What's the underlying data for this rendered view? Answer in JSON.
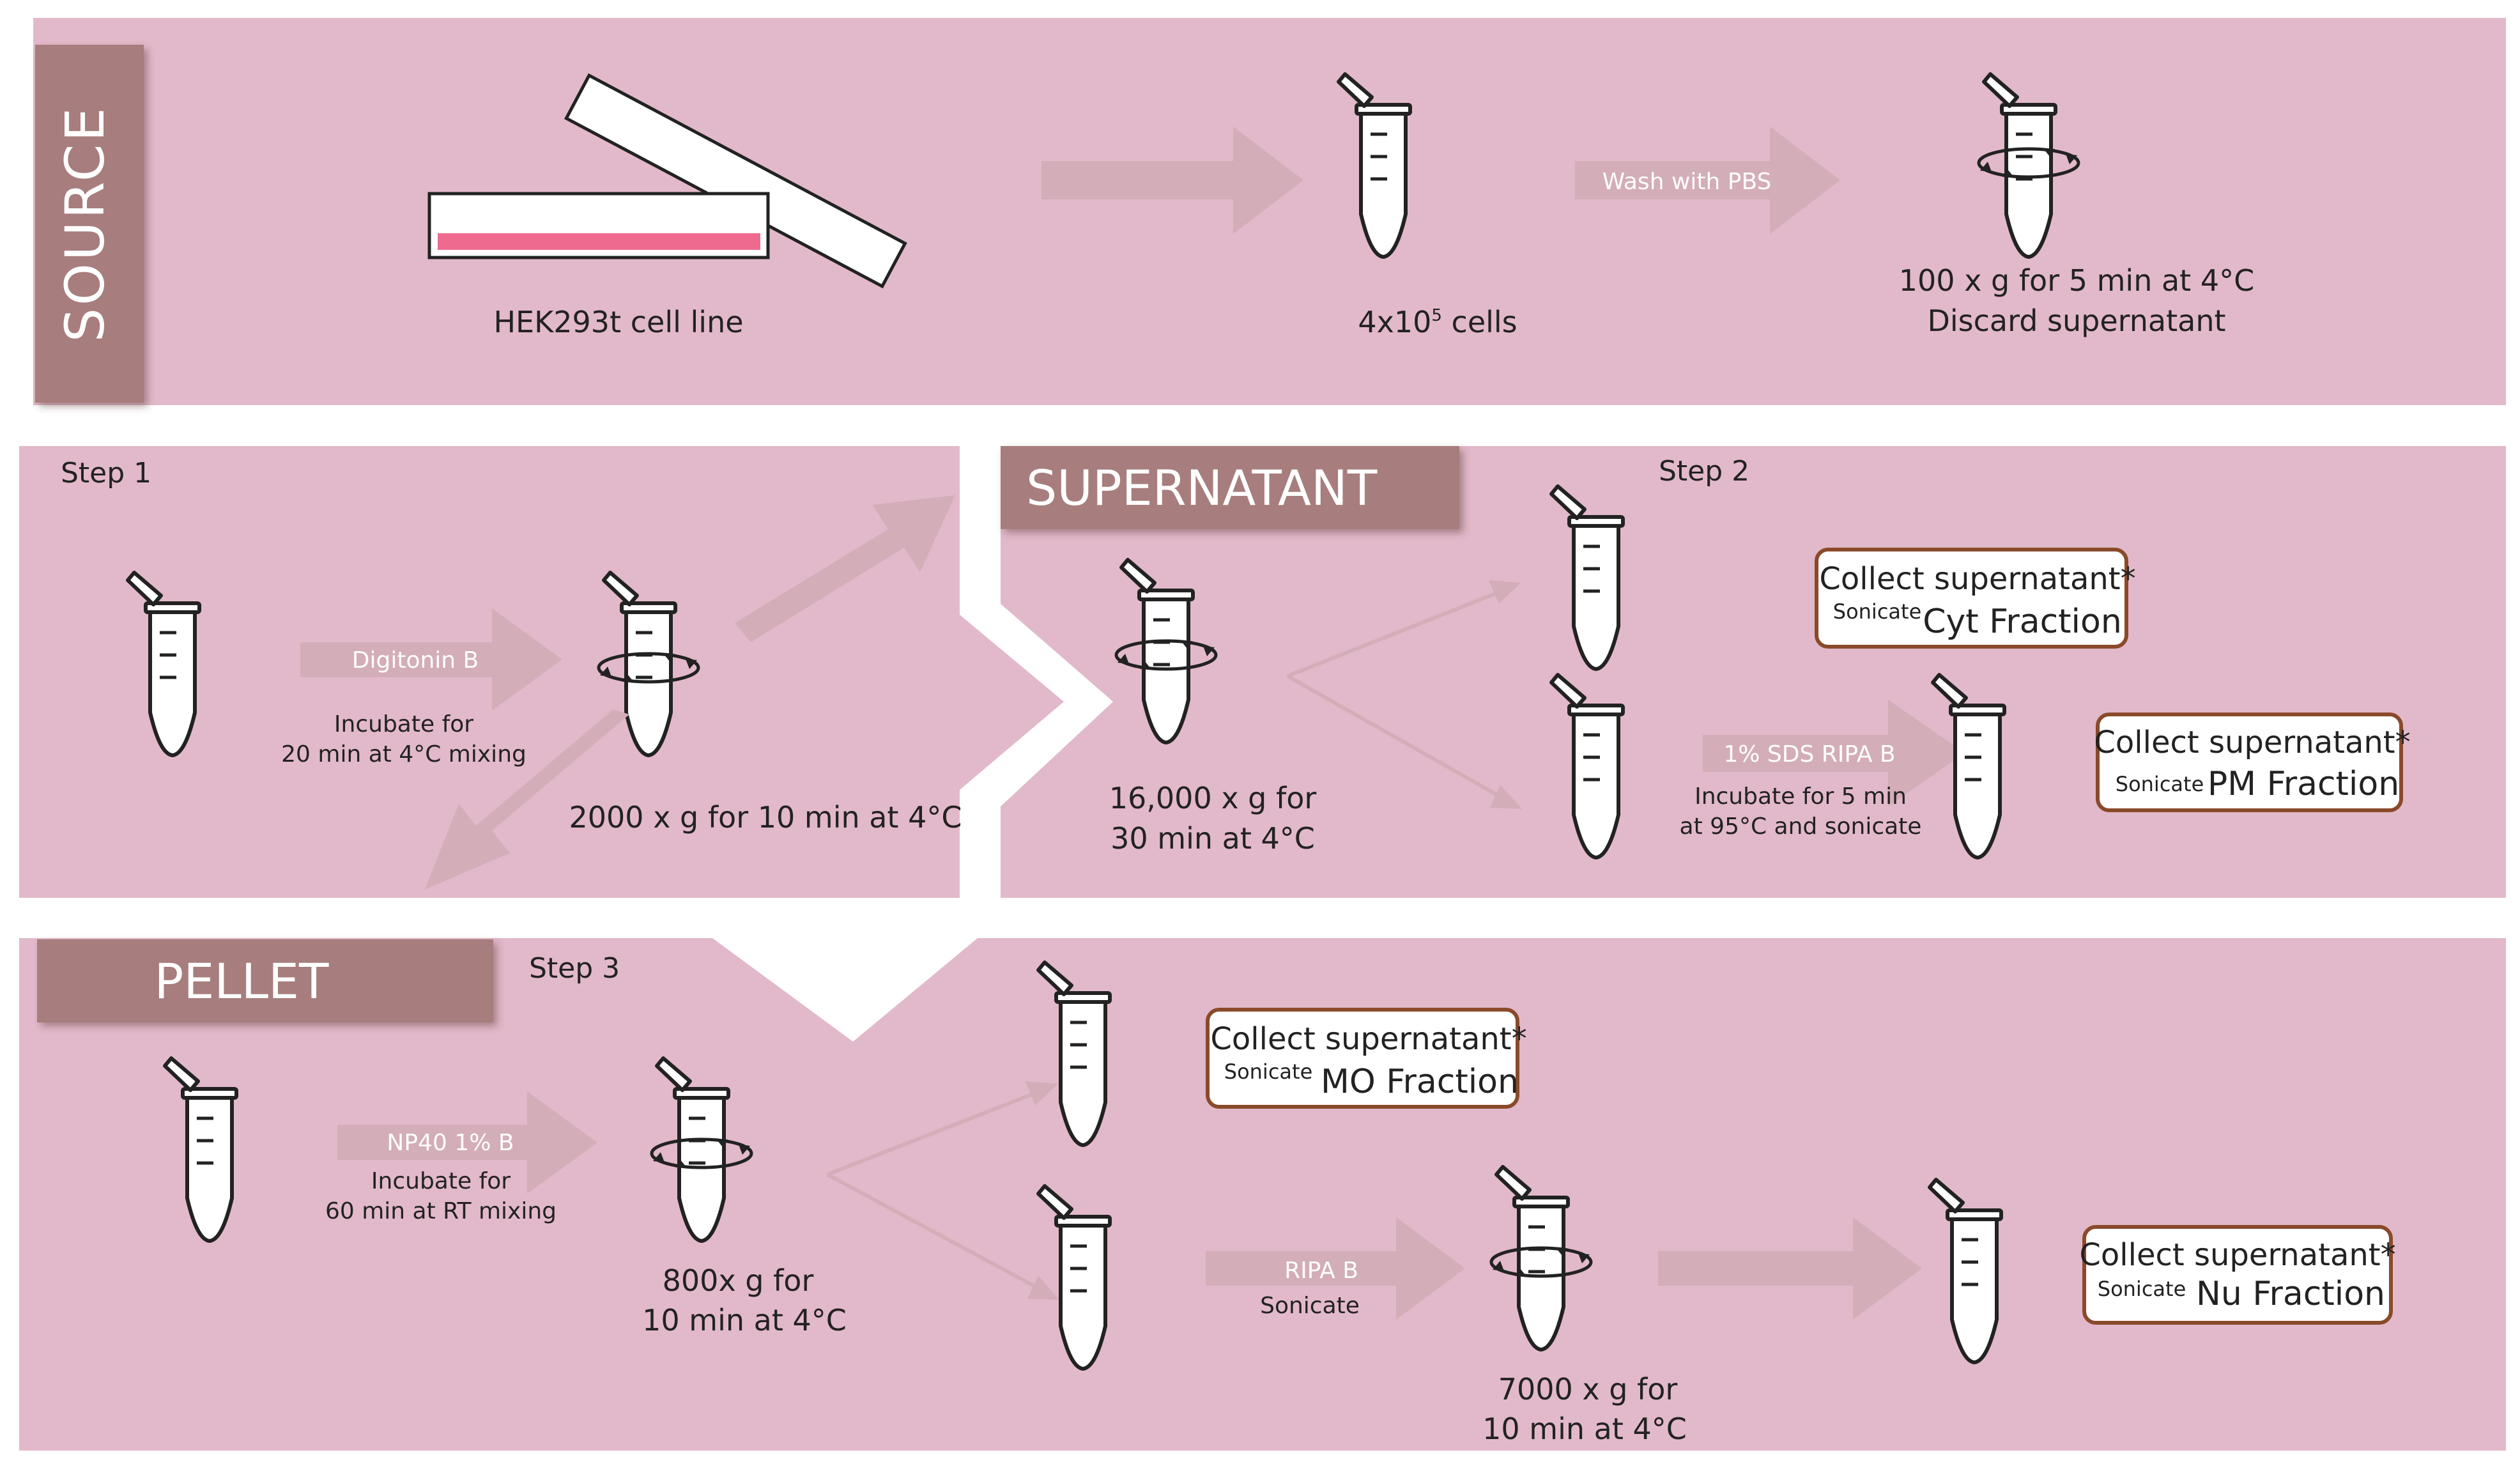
{
  "colors": {
    "panel": "#e2b9ca",
    "header_tab": "#a77d7d",
    "arrow": "#d3adb8",
    "pink_liquid": "#ef6a8f",
    "blue_liquid": "#1aa0d6",
    "box_border": "#8a4a2a"
  },
  "source": {
    "tab_label": "SOURCE",
    "cell_line_label": "HEK293t cell line",
    "cells_label_base": "4x10",
    "cells_label_exp": "5",
    "cells_label_suffix": " cells",
    "wash_label": "Wash with PBS",
    "spin_line1": "100 x g for 5 min at 4°C",
    "spin_line2": "Discard supernatant"
  },
  "step1": {
    "title": "Step 1",
    "reagent": "Digitonin B",
    "incubate_line1": "Incubate for",
    "incubate_line2": "20 min at 4°C mixing",
    "spin": "2000 x g for 10 min at 4°C"
  },
  "supernatant": {
    "tab_label": "SUPERNATANT",
    "step_title": "Step 2",
    "spin_line1": "16,000 x g for",
    "spin_line2": "30 min at 4°C",
    "reagent": "1% SDS RIPA B",
    "incubate_line1": "Incubate for 5 min",
    "incubate_line2": "at 95°C and sonicate",
    "cyt_collect": "Collect supernatant*",
    "cyt_sonicate": "Sonicate",
    "cyt_fraction": "Cyt Fraction",
    "pm_collect": "Collect supernatant*",
    "pm_sonicate": "Sonicate",
    "pm_fraction": "PM Fraction"
  },
  "pellet": {
    "tab_label": "PELLET",
    "step_title": "Step 3",
    "reagent": "NP40 1% B",
    "incubate_line1": "Incubate for",
    "incubate_line2": "60 min at RT mixing",
    "spin_line1": "800x g for",
    "spin_line2": "10 min at 4°C",
    "mo_collect": "Collect supernatant*",
    "mo_sonicate": "Sonicate",
    "mo_fraction": "MO Fraction",
    "ripa_reagent": "RIPA B",
    "ripa_sonicate": "Sonicate",
    "spin2_line1": "7000 x g for",
    "spin2_line2": "10 min at 4°C",
    "nu_collect": "Collect supernatant*",
    "nu_sonicate": "Sonicate",
    "nu_fraction": "Nu Fraction"
  }
}
